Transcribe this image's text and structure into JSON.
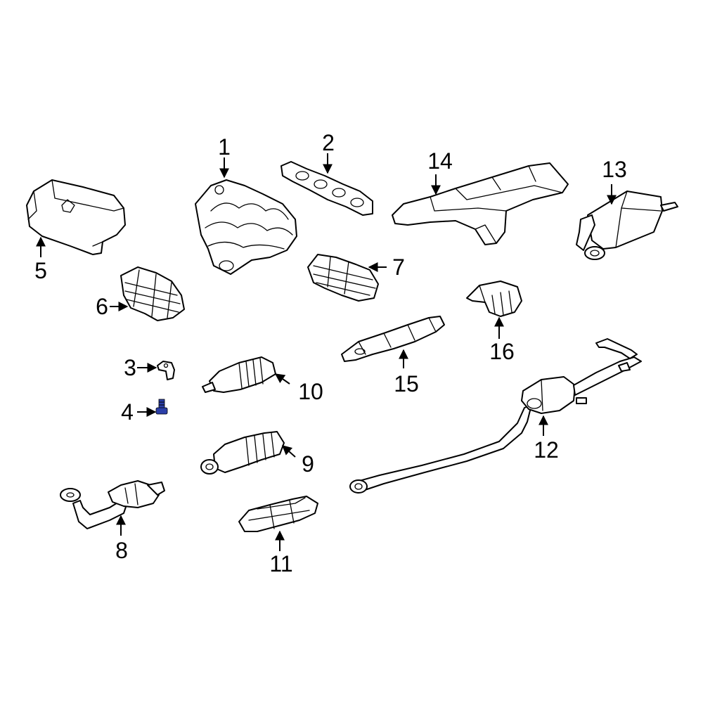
{
  "callouts": {
    "c1": "1",
    "c2": "2",
    "c3": "3",
    "c4": "4",
    "c5": "5",
    "c6": "6",
    "c7": "7",
    "c8": "8",
    "c9": "9",
    "c10": "10",
    "c11": "11",
    "c12": "12",
    "c13": "13",
    "c14": "14",
    "c15": "15",
    "c16": "16"
  },
  "colors": {
    "line": "#000000",
    "background": "#ffffff",
    "highlight_part_4": "#2b3fa8"
  }
}
